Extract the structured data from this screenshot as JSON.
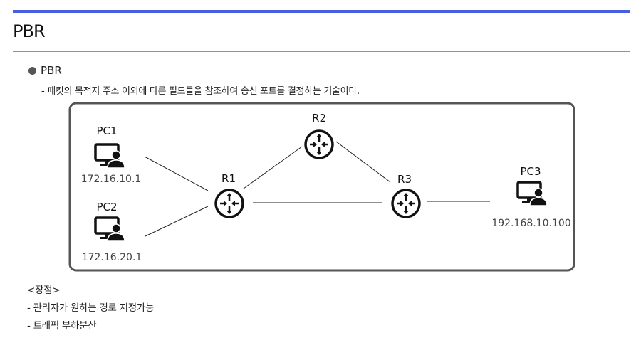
{
  "title": "PBR",
  "bullet": {
    "label": "PBR",
    "description": "- 패킷의 목적지 주소 이외에 다른 필드들을 참조하여 송신 포트를 결정하는 기술이다."
  },
  "diagram": {
    "pcs": [
      {
        "name": "PC1",
        "ip": "172.16.10.1"
      },
      {
        "name": "PC2",
        "ip": "172.16.20.1"
      },
      {
        "name": "PC3",
        "ip": "192.168.10.100"
      }
    ],
    "routers": [
      {
        "name": "R1"
      },
      {
        "name": "R2"
      },
      {
        "name": "R3"
      }
    ],
    "links": [
      [
        "PC1",
        "R1"
      ],
      [
        "PC2",
        "R1"
      ],
      [
        "R1",
        "R2"
      ],
      [
        "R1",
        "R3"
      ],
      [
        "R2",
        "R3"
      ],
      [
        "R3",
        "PC3"
      ]
    ]
  },
  "advantages": {
    "heading": "<장점>",
    "items": [
      "- 관리자가 원하는 경로 지정가능",
      "- 트래픽 부하분산"
    ]
  }
}
